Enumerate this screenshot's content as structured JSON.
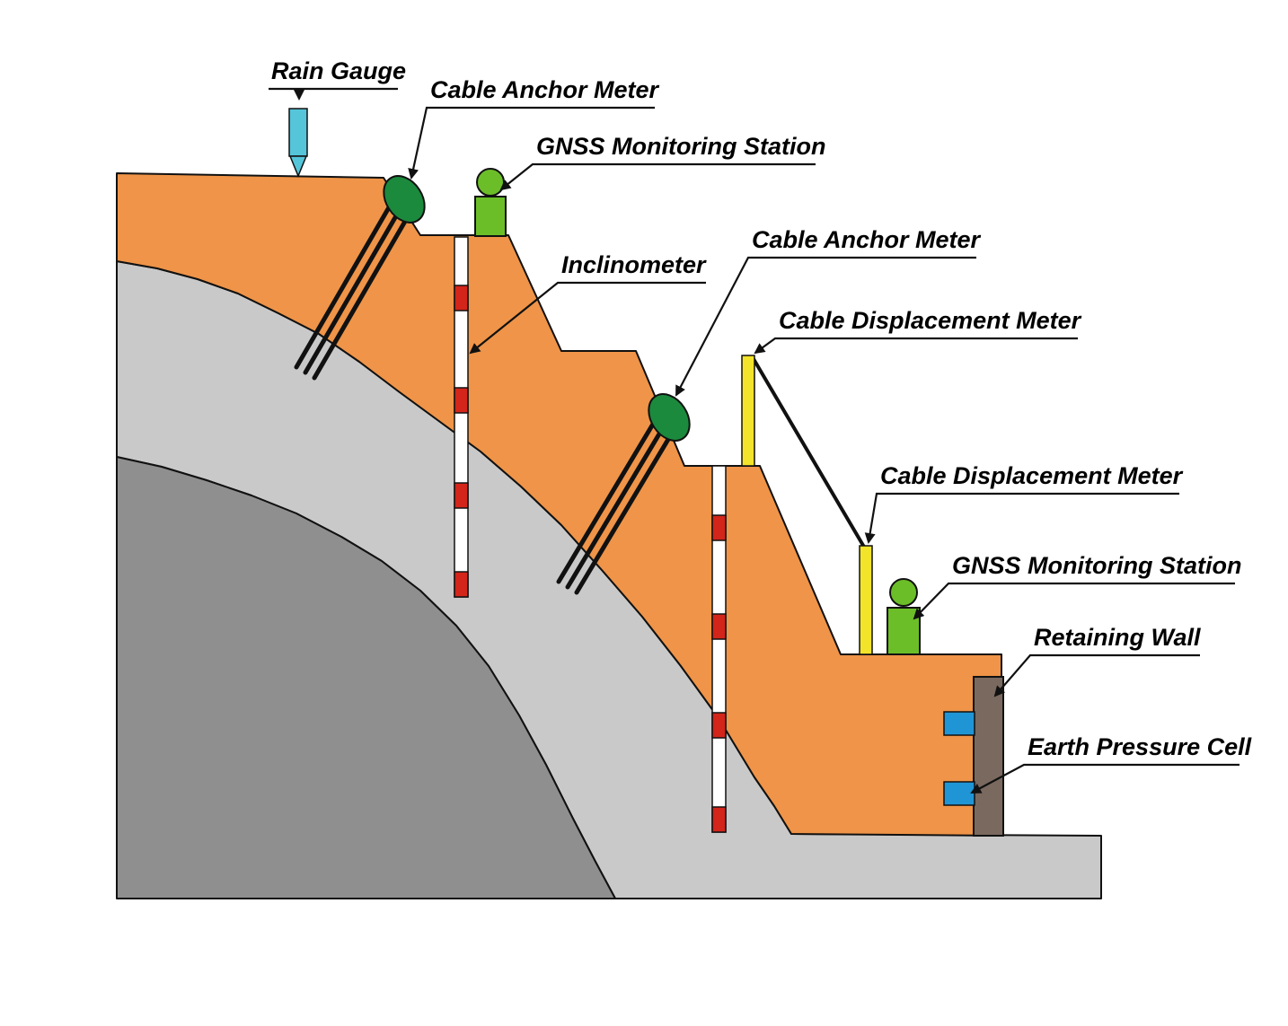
{
  "diagram": {
    "labels": {
      "rain_gauge": "Rain Gauge",
      "cable_anchor_meter_1": "Cable Anchor Meter",
      "gnss_station_1": "GNSS Monitoring Station",
      "inclinometer": "Inclinometer",
      "cable_anchor_meter_2": "Cable Anchor Meter",
      "cable_displacement_meter_1": "Cable Displacement Meter",
      "cable_displacement_meter_2": "Cable Displacement Meter",
      "gnss_station_2": "GNSS Monitoring Station",
      "retaining_wall": "Retaining Wall",
      "earth_pressure_cell": "Earth Pressure Cell"
    },
    "colors": {
      "background": "#FFFFFF",
      "label_text": "#000000",
      "line_black": "#111111",
      "soil_orange": "#EF9448",
      "upper_rock_gray": "#C9C9C9",
      "lower_rock_gray": "#8F8F8F",
      "rain_gauge_cyan": "#55C5DA",
      "anchor_green": "#1B8A3D",
      "gnss_green": "#6BBE28",
      "inclinometer_red": "#D3251A",
      "inclinometer_white": "#FFFFFF",
      "displacement_yellow": "#F2E32B",
      "wall_gray_brown": "#7A695F",
      "pressure_cell_blue": "#2095D5"
    }
  }
}
